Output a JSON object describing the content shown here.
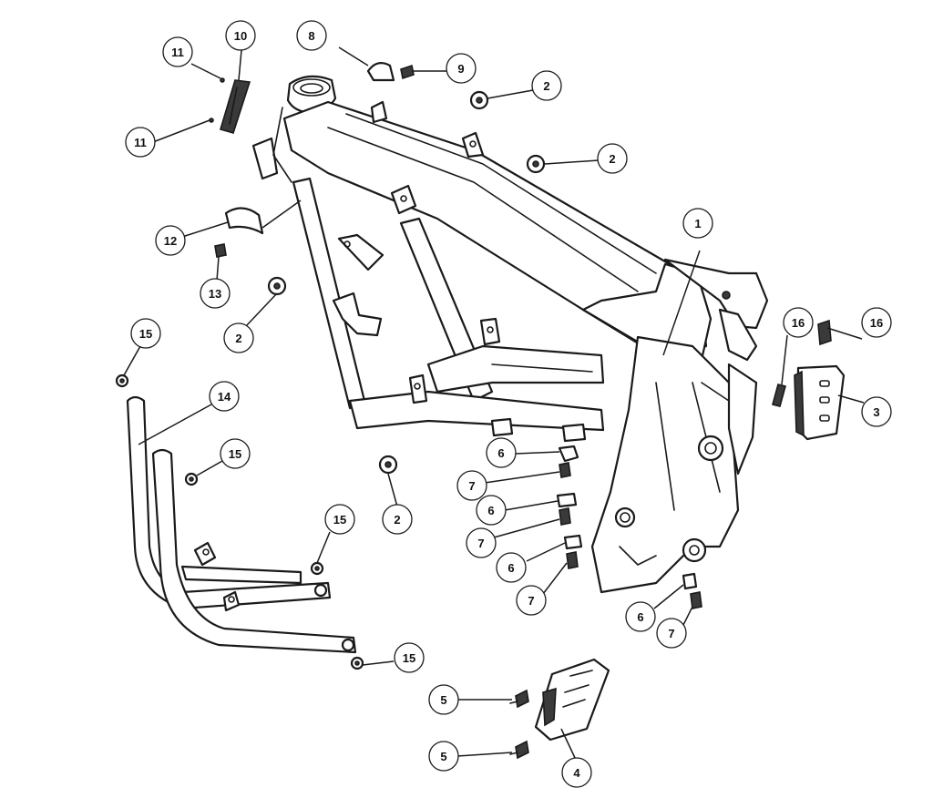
{
  "callouts": [
    {
      "label": "1"
    },
    {
      "label": "2"
    },
    {
      "label": "2"
    },
    {
      "label": "2"
    },
    {
      "label": "2"
    },
    {
      "label": "3"
    },
    {
      "label": "4"
    },
    {
      "label": "5"
    },
    {
      "label": "5"
    },
    {
      "label": "6"
    },
    {
      "label": "6"
    },
    {
      "label": "6"
    },
    {
      "label": "6"
    },
    {
      "label": "7"
    },
    {
      "label": "7"
    },
    {
      "label": "7"
    },
    {
      "label": "7"
    },
    {
      "label": "8"
    },
    {
      "label": "9"
    },
    {
      "label": "10"
    },
    {
      "label": "11"
    },
    {
      "label": "11"
    },
    {
      "label": "12"
    },
    {
      "label": "13"
    },
    {
      "label": "14"
    },
    {
      "label": "15"
    },
    {
      "label": "15"
    },
    {
      "label": "15"
    },
    {
      "label": "15"
    },
    {
      "label": "16"
    },
    {
      "label": "16"
    }
  ]
}
